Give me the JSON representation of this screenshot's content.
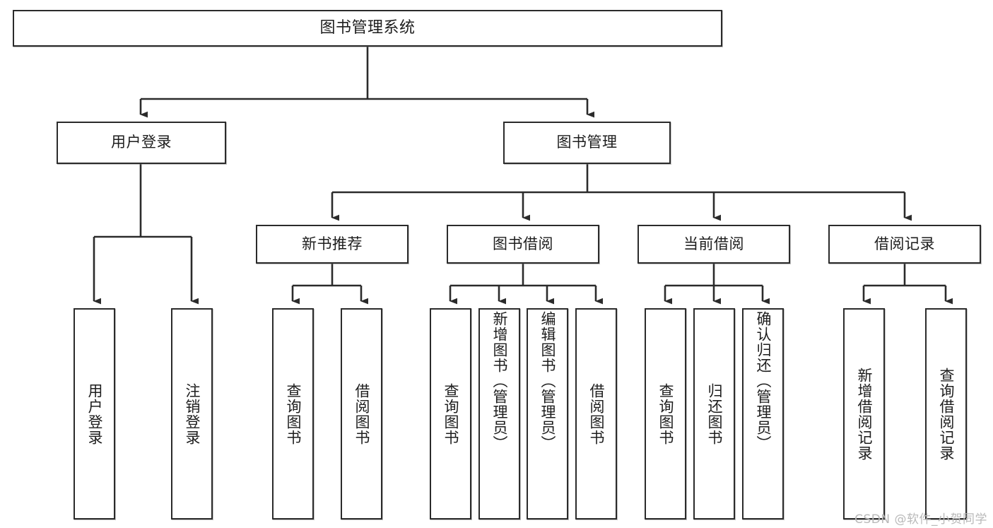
{
  "diagram": {
    "title": "图书管理系统",
    "type": "tree-hierarchy-diagram",
    "root": {
      "id": "root",
      "label": "图书管理系统",
      "orientation": "horizontal"
    },
    "level1": [
      {
        "id": "user-login",
        "label": "用户登录",
        "orientation": "horizontal"
      },
      {
        "id": "book-management",
        "label": "图书管理",
        "orientation": "horizontal"
      }
    ],
    "level2": [
      {
        "id": "new-book-recommend",
        "label": "新书推荐",
        "parent": "book-management",
        "orientation": "horizontal"
      },
      {
        "id": "book-borrow",
        "label": "图书借阅",
        "parent": "book-management",
        "orientation": "horizontal"
      },
      {
        "id": "current-borrow",
        "label": "当前借阅",
        "parent": "book-management",
        "orientation": "horizontal"
      },
      {
        "id": "borrow-record",
        "label": "借阅记录",
        "parent": "book-management",
        "orientation": "horizontal"
      }
    ],
    "leaves": [
      {
        "id": "leaf-user-login",
        "label": "用户登录",
        "parent": "user-login",
        "orientation": "vertical"
      },
      {
        "id": "leaf-user-logout",
        "label": "注销登录",
        "parent": "user-login",
        "orientation": "vertical"
      },
      {
        "id": "leaf-query-book-1",
        "label": "查询图书",
        "parent": "new-book-recommend",
        "orientation": "vertical"
      },
      {
        "id": "leaf-borrow-book-1",
        "label": "借阅图书",
        "parent": "new-book-recommend",
        "orientation": "vertical"
      },
      {
        "id": "leaf-query-book-2",
        "label": "查询图书",
        "parent": "book-borrow",
        "orientation": "vertical"
      },
      {
        "id": "leaf-add-book",
        "label": "新增图书（管理员）",
        "parent": "book-borrow",
        "orientation": "vertical"
      },
      {
        "id": "leaf-edit-book",
        "label": "编辑图书（管理员）",
        "parent": "book-borrow",
        "orientation": "vertical"
      },
      {
        "id": "leaf-borrow-book-2",
        "label": "借阅图书",
        "parent": "book-borrow",
        "orientation": "vertical"
      },
      {
        "id": "leaf-query-book-3",
        "label": "查询图书",
        "parent": "current-borrow",
        "orientation": "vertical"
      },
      {
        "id": "leaf-return-book",
        "label": "归还图书",
        "parent": "current-borrow",
        "orientation": "vertical"
      },
      {
        "id": "leaf-confirm-return",
        "label": "确认归还（管理员）",
        "parent": "current-borrow",
        "orientation": "vertical"
      },
      {
        "id": "leaf-add-record",
        "label": "新增借阅记录",
        "parent": "borrow-record",
        "orientation": "vertical"
      },
      {
        "id": "leaf-query-record",
        "label": "查询借阅记录",
        "parent": "borrow-record",
        "orientation": "vertical"
      }
    ],
    "colors": {
      "stroke": "#2b2b2b",
      "fill": "#ffffff",
      "text": "#1d1d1d",
      "watermark": "#b9b9b9"
    }
  },
  "watermark": {
    "text": "CSDN @软件_小贺同学"
  }
}
